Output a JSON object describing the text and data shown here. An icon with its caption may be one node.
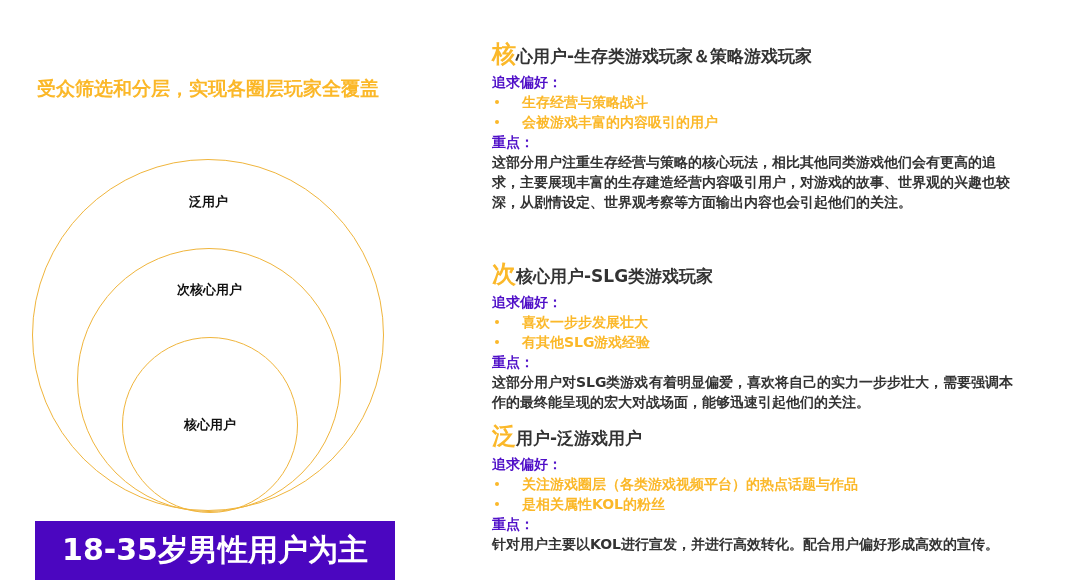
{
  "diagram": {
    "title": "受众筛选和分层，实现各圈层玩家全覆盖",
    "nodes": [
      {
        "text": [
          "泛用户"
        ]
      },
      {
        "text": [
          "次核心用户"
        ],
        "in": 0
      },
      {
        "text": [
          "核心用户"
        ],
        "in": 1
      },
      {
        "text": [
          "18-35岁男性用户为主"
        ]
      }
    ],
    "labels": [
      "核心用户-生存类游戏玩家＆策略游戏玩家",
      "追求偏好：",
      "生存经营与策略战斗",
      "会被游戏丰富的内容吸引的用户",
      "重点：",
      "这部分用户注重**生存经营与策略的核心玩法，**相比其他同类游戏他们会有更高的追求，主要展现丰富的生存建造经营内容吸引用户，对游戏的故事、世界观的兴趣也较深，从**剧情设定、世界观考察**等方面输出内容也会引起他们的关注。",
      "次核心用户-SLG类游戏玩家",
      "追求偏好：",
      "喜欢一步步发展壮大",
      "有其他SLG游戏经验",
      "重点：",
      "这部分用户对**SLG类游戏**有着明显偏爱，喜欢将自己的实力一步步壮大，需要强调本作的最终能呈现的**宏大对战场面**，能够迅速引起他们的关注。",
      "泛用户-泛游戏用户",
      "追求偏好：",
      "关注游戏圈层（各类游戏视频平台）的热点话题与作品",
      "是相关属性KOL的粉丝",
      "重点：",
      "针对用户主要以**KOL**进行宣发，并进行高效转化。配合**用户偏好**形成高效的宣传。"
    ]
  }
}
